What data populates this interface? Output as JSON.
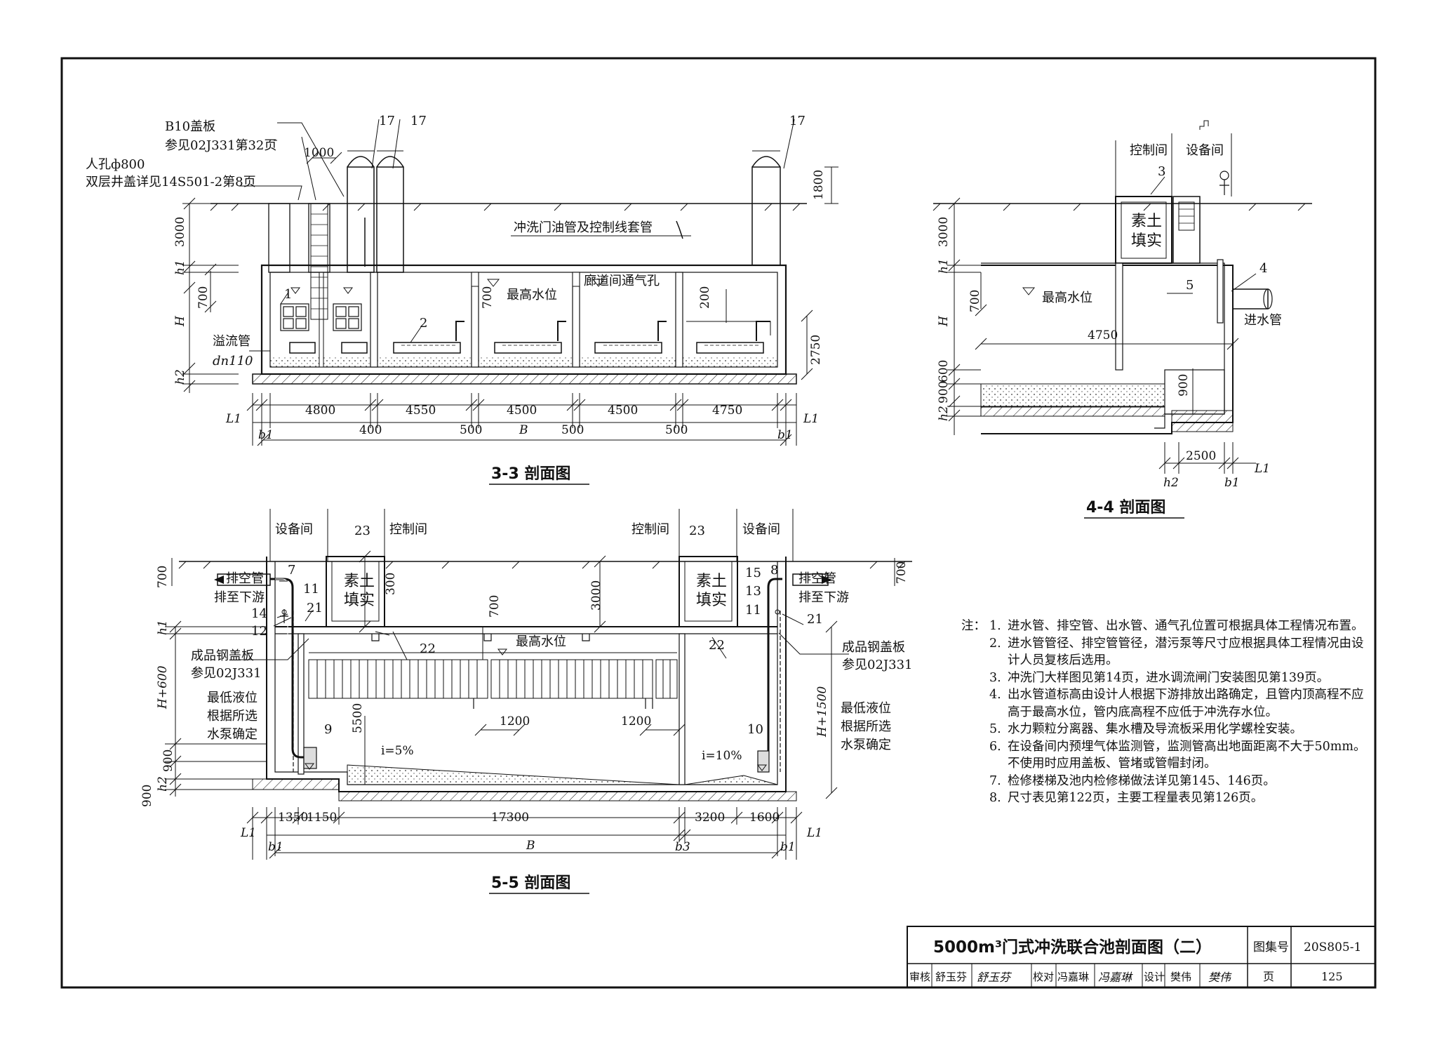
{
  "title_block": {
    "drawing_title": "5000m³门式冲洗联合池剖面图（二）",
    "atlas_label": "图集号",
    "atlas_no": "20S805-1",
    "page_label": "页",
    "page_no": "125",
    "review_label": "审核",
    "reviewer": "舒玉芬",
    "reviewer_sign": "舒玉芬",
    "check_label": "校对",
    "checker": "冯嘉琳",
    "checker_sign": "冯嘉琳",
    "design_label": "设计",
    "designer": "樊伟",
    "designer_sign": "樊伟"
  },
  "sections": {
    "s33": {
      "caption": "3-3 剖面图",
      "labels": {
        "b10": "B10盖板",
        "b10_ref": "参见02J331第32页",
        "manhole": "人孔ф800",
        "manhole_ref": "双层井盖详见14S501-2第8页",
        "oil_pipe": "冲洗门油管及控制线套管",
        "max_level": "最高水位",
        "vent": "廊道间通气孔",
        "overflow": "溢流管",
        "overflow_dn": "dn110"
      },
      "callouts": [
        "17",
        "17",
        "17",
        "1",
        "2"
      ],
      "dims_top": [
        "1000",
        "1800",
        "3000",
        "700",
        "700",
        "200",
        "2750"
      ],
      "dims_bays": [
        "4800",
        "4550",
        "4500",
        "4500",
        "4750"
      ],
      "dims_walls": [
        "400",
        "500",
        "500",
        "500"
      ],
      "dims_symbols": [
        "L1",
        "b1",
        "B",
        "b1",
        "L1",
        "h1",
        "H",
        "h2"
      ]
    },
    "s44": {
      "caption": "4-4 剖面图",
      "labels": {
        "control": "控制间",
        "equipment": "设备间",
        "soil": "素土",
        "soil2": "填实",
        "max_level": "最高水位",
        "inlet": "进水管"
      },
      "callouts": [
        "3",
        "5",
        "4"
      ],
      "dims": [
        "3000",
        "700",
        "600",
        "900",
        "900",
        "4750",
        "2500"
      ],
      "dims_symbols": [
        "h1",
        "H",
        "h2",
        "h2",
        "b1",
        "L1"
      ]
    },
    "s55": {
      "caption": "5-5 剖面图",
      "labels": {
        "equipment": "设备间",
        "control": "控制间",
        "drain": "排空管",
        "downstream": "排至下游",
        "soil": "素土",
        "soil2": "填实",
        "max_level": "最高水位",
        "steel_cover": "成品钢盖板",
        "steel_ref": "参见02J331",
        "min_level": "最低液位",
        "by_pump1": "根据所选",
        "by_pump2": "水泵确定",
        "slope1": "i=5%",
        "slope2": "i=10%"
      },
      "callouts": [
        "23",
        "7",
        "11",
        "14",
        "21",
        "12",
        "22",
        "9",
        "23",
        "8",
        "15",
        "13",
        "11",
        "21",
        "22",
        "10"
      ],
      "dims": [
        "700",
        "300",
        "700",
        "3000",
        "700",
        "5500",
        "1200",
        "1200",
        "900",
        "900"
      ],
      "dims_bottom": [
        "1350",
        "1150",
        "17300",
        "3200",
        "1600"
      ],
      "dims_symbols": [
        "L1",
        "b1",
        "B",
        "b3",
        "b1",
        "L1",
        "h1",
        "H+600",
        "H+1500",
        "h2"
      ]
    }
  },
  "notes": {
    "head": "注：",
    "items": [
      "进水管、排空管、出水管、通气孔位置可根据具体工程情况布置。",
      "进水管管径、排空管管径，潜污泵等尺寸应根据具体工程情况由设计人员复核后选用。",
      "冲洗门大样图见第14页，进水调流闸门安装图见第139页。",
      "出水管道标高由设计人根据下游排放出路确定，且管内顶高程不应高于最高水位，管内底高程不应低于冲洗存水位。",
      "水力颗粒分离器、集水槽及导流板采用化学螺栓安装。",
      "在设备间内预埋气体监测管，监测管高出地面距离不大于50mm。不使用时应用盖板、管堵或管帽封闭。",
      "检修楼梯及池内检修梯做法详见第145、146页。",
      "尺寸表见第122页，主要工程量表见第126页。"
    ]
  }
}
